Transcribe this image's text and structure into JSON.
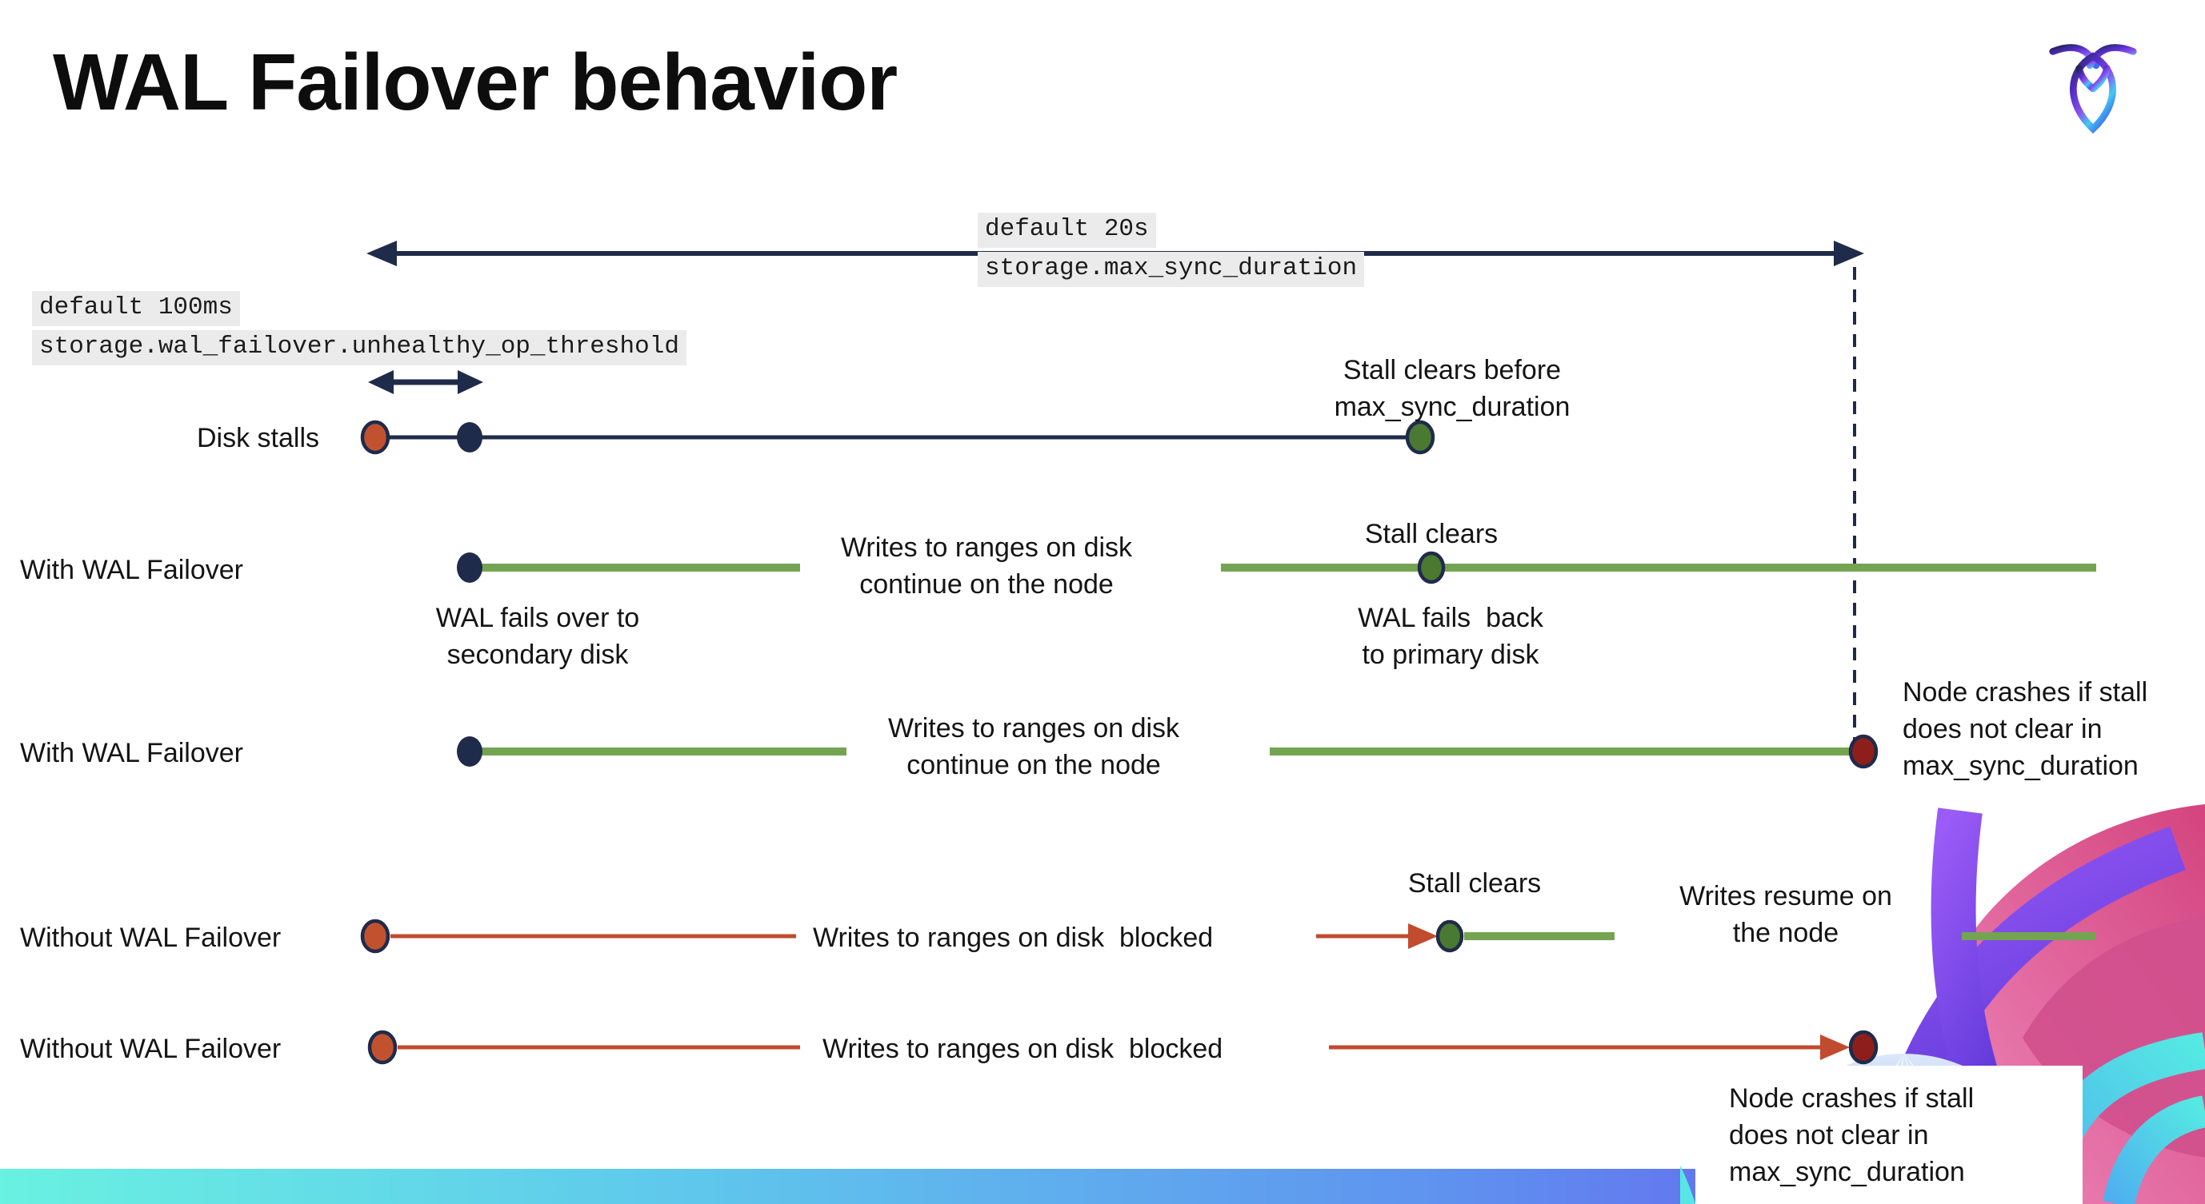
{
  "title": "WAL Failover behavior",
  "colors": {
    "navy": "#1f2b4a",
    "green_line": "#74a452",
    "green_dot": "#4a7a31",
    "red": "#c14b2e",
    "red_dot": "#c2522f",
    "maroon_dot": "#8e1e1c",
    "code_background": "#ebebeb",
    "bar_gradient": [
      "#69f1e1",
      "#5fc9ec",
      "#5f93ef",
      "#665fee",
      "#7b47e4"
    ]
  },
  "settings": {
    "max_sync_duration": {
      "default_value": "default 20s",
      "setting_name": "storage.max_sync_duration"
    },
    "unhealthy_op_threshold": {
      "default_value": "default 100ms",
      "setting_name": "storage.wal_failover.unhealthy_op_threshold"
    }
  },
  "row_disk_stalls": {
    "label": "Disk stalls",
    "stall_clears_note": "Stall clears before\nmax_sync_duration"
  },
  "row_with_failover_clears": {
    "label": "With WAL Failover",
    "writes_note": "Writes to ranges on disk\ncontinue on the node",
    "stall_clears": "Stall clears",
    "failover_note": "WAL fails over to\nsecondary disk",
    "failback_note": "WAL fails  back\nto primary disk"
  },
  "row_with_failover_crash": {
    "label": "With WAL Failover",
    "writes_note": "Writes to ranges on disk\ncontinue on the node",
    "crash_note": "Node crashes if stall\ndoes not clear in\nmax_sync_duration"
  },
  "row_without_failover_clears": {
    "label": "Without WAL Failover",
    "writes_note": "Writes to ranges on disk  blocked",
    "stall_clears": "Stall clears",
    "resume_note": "Writes resume on\nthe node"
  },
  "row_without_failover_crash": {
    "label": "Without WAL Failover",
    "writes_note": "Writes to ranges on disk  blocked",
    "crash_note": "Node crashes if stall\ndoes not clear in\nmax_sync_duration"
  }
}
